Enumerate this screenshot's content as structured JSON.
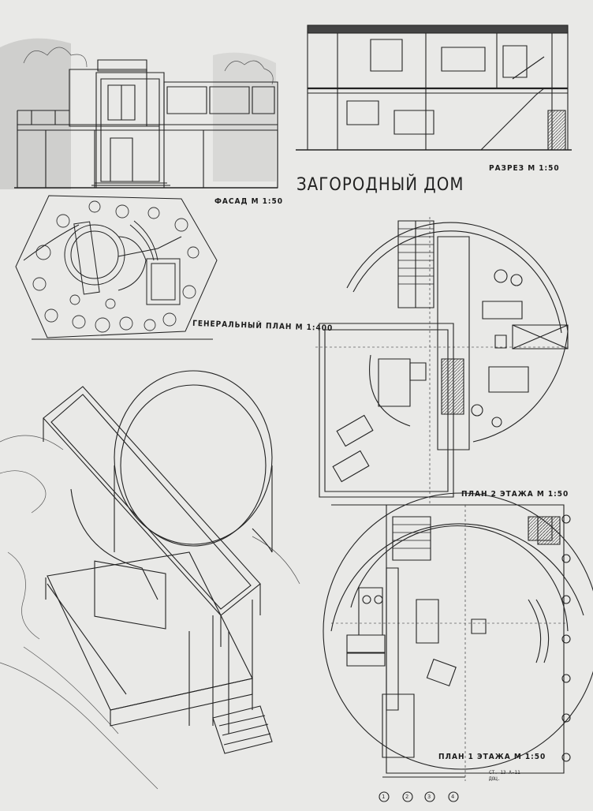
{
  "sheet": {
    "title": "ЗАГОРОДНЫЙ ДОМ",
    "labels": {
      "facade": "ФАСАД  М 1:50",
      "section": "РАЗРЕЗ  М 1:50",
      "site_plan": "ГЕНЕРАЛЬНЫЙ ПЛАН  М 1:400",
      "plan_floor2": "ПЛАН 2 ЭТАЖА  М 1:50",
      "plan_floor1": "ПЛАН 1 ЭТАЖА  М 1:50"
    },
    "stamp_lines": [
      "СТ. 13  А-11  ",
      "ДОЦ. "
    ],
    "axis_marks": [
      "1",
      "2",
      "3",
      "4"
    ]
  },
  "colors": {
    "paper": "#e9e9e7",
    "ink": "#1f1f1f",
    "shade": "#9a9a98"
  }
}
